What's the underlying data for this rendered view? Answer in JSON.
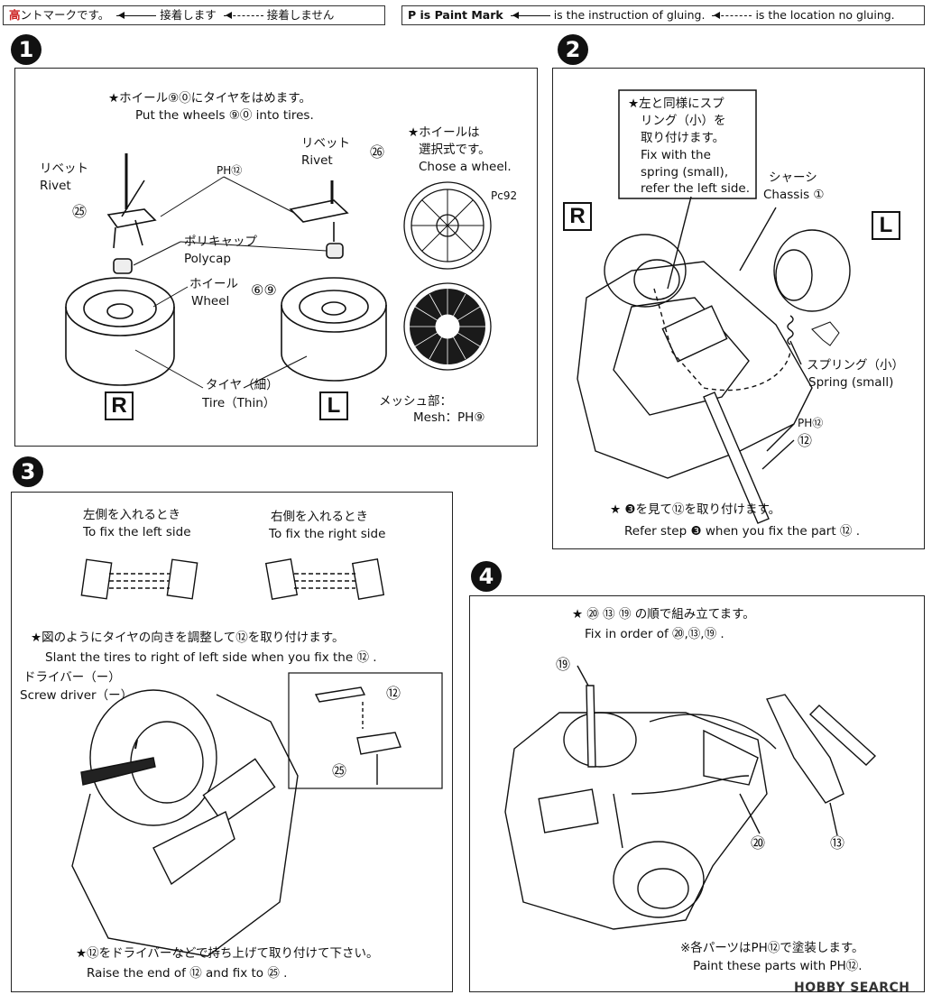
{
  "header": {
    "jp_legend": {
      "prefix": "高",
      "paint": "ントマークです。",
      "glue": "接着します",
      "noglue": "接着しません"
    },
    "en_legend": {
      "paint_mark": "P is Paint Mark",
      "glue": "is the instruction of gluing.",
      "noglue": "is the location no gluing."
    }
  },
  "steps": {
    "s1": {
      "num": "1",
      "instr_jp": "★ホイール⑨⓪にタイヤをはめます。",
      "instr_en": "Put the wheels ⑨⓪ into tires.",
      "rivet_jp": "リベット",
      "rivet_en": "Rivet",
      "part25": "㉕",
      "paint": "PH⑫",
      "rivet2_jp": "リベット",
      "rivet2_en": "Rivet",
      "part26": "㉖",
      "polycap_jp": "ポリキャップ",
      "polycap_en": "Polycap",
      "wheel_jp": "ホイール",
      "wheel_en": "Wheel",
      "part69": "⑥⑨",
      "tire_jp": "タイヤ（細）",
      "tire_en": "Tire（Thin）",
      "side_r": "R",
      "side_l": "L",
      "choose_jp1": "★ホイールは",
      "choose_jp2": "選択式です。",
      "choose_en": "Chose a wheel.",
      "paint_c": "Pc92",
      "mesh_jp": "メッシュ部：",
      "mesh_en": "Mesh：PH⑨"
    },
    "s2": {
      "num": "2",
      "note_jp1": "★左と同様にスプ",
      "note_jp2": "リング（小）を",
      "note_jp3": "取り付けます。",
      "note_en1": "Fix with the",
      "note_en2": "spring (small),",
      "note_en3": "refer the left side.",
      "chassis_jp": "シャーシ",
      "chassis_en": "Chassis ①",
      "side_r": "R",
      "side_l": "L",
      "spring_jp": "スプリング（小）",
      "spring_en": "Spring (small)",
      "paint": "PH⑫",
      "part12": "⑫",
      "ref_jp": "★ ❸を見て⑫を取り付けます。",
      "ref_en": "Refer step ❸ when you fix the part ⑫ ."
    },
    "s3": {
      "num": "3",
      "left_jp": "左側を入れるとき",
      "left_en": "To fix the left side",
      "right_jp": "右側を入れるとき",
      "right_en": "To fix the right side",
      "instr_jp": "★図のようにタイヤの向きを調整して⑫を取り付けます。",
      "instr_en": "Slant the tires to right of left side when you fix the ⑫ .",
      "driver_jp": "ドライバー（ー）",
      "driver_en": "Screw driver（ー）",
      "part12": "⑫",
      "part25": "㉕",
      "raise_jp": "★⑫をドライバーなどで持ち上げて取り付けて下さい。",
      "raise_en": "Raise the end of ⑫ and fix to ㉕ ."
    },
    "s4": {
      "num": "4",
      "instr_jp": "★ ⑳ ⑬ ⑲ の順で組み立てます。",
      "instr_en": "Fix in order of ⑳,⑬,⑲ .",
      "part19": "⑲",
      "part20": "⑳",
      "part13": "⑬",
      "paint_jp": "※各パーツはPH⑫で塗装します。",
      "paint_en": "Paint these parts with PH⑫."
    }
  },
  "watermark": "HOBBY SEARCH"
}
